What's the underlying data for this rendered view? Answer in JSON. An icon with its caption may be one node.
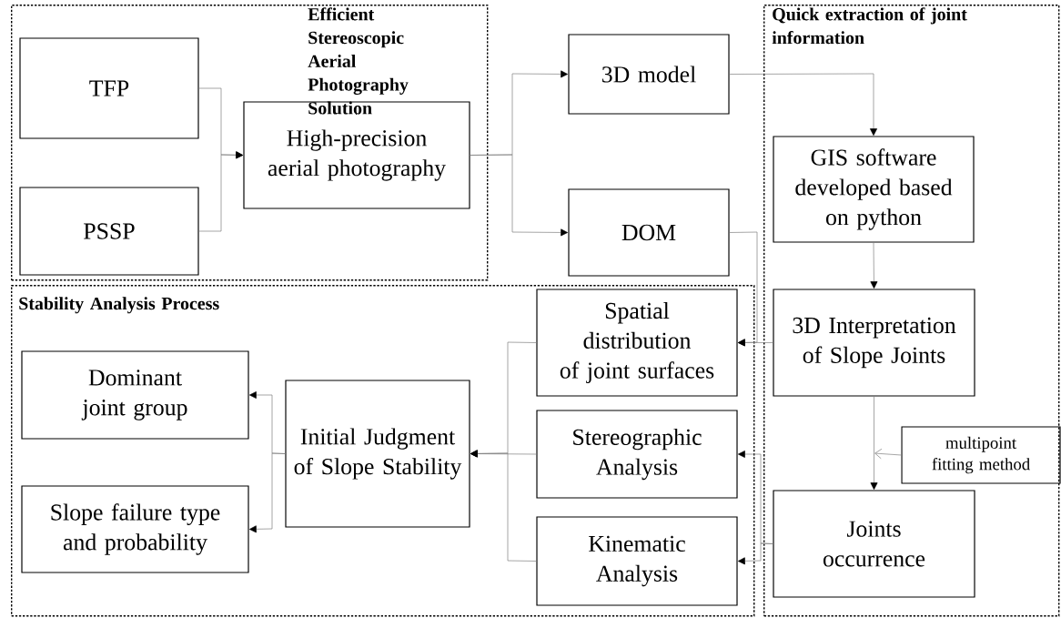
{
  "diagram": {
    "nodes": [
      {
        "text": [
          "Efficient Stereoscopic Aerial Photography Solution"
        ]
      },
      {
        "text": [
          "TFP"
        ],
        "in": 0
      },
      {
        "text": [
          "PSSP"
        ],
        "in": 0
      },
      {
        "text": [
          "High-precision aerial photography"
        ],
        "in": 0
      },
      {
        "text": [
          "3D model"
        ]
      },
      {
        "text": [
          "DOM"
        ]
      },
      {
        "text": [
          "Quick extraction of joint information"
        ]
      },
      {
        "text": [
          "GIS software developed based on python"
        ],
        "in": 6
      },
      {
        "text": [
          "3D Interpretation of Slope Joints"
        ],
        "in": 6
      },
      {
        "text": [
          "multipoint fitting method"
        ],
        "in": 6
      },
      {
        "text": [
          "Joints occurrence"
        ],
        "in": 6
      },
      {
        "text": [
          "Stability Analysis Process"
        ]
      },
      {
        "text": [
          "Dominant joint group"
        ],
        "in": 11
      },
      {
        "text": [
          "Slope failure type and probability"
        ],
        "in": 11
      },
      {
        "text": [
          "Initial Judgment of Slope Stability"
        ],
        "in": 11
      },
      {
        "text": [
          "Spatial distribution of joint surfaces"
        ],
        "in": 11
      },
      {
        "text": [
          "Stereographic Analysis"
        ],
        "in": 11
      },
      {
        "text": [
          "Kinematic Analysis"
        ],
        "in": 11
      }
    ],
    "edges": [
      {
        "from": 1,
        "to": 3,
        "arrow": "to"
      },
      {
        "from": 2,
        "to": 3,
        "arrow": "to"
      },
      {
        "from": 3,
        "to": 4,
        "arrow": "to"
      },
      {
        "from": 3,
        "to": 5,
        "arrow": "to"
      },
      {
        "from": 4,
        "to": 7,
        "arrow": "to"
      },
      {
        "from": 7,
        "to": 8,
        "arrow": "to"
      },
      {
        "from": 5,
        "to": 15,
        "arrow": "to"
      },
      {
        "from": 8,
        "to": 15,
        "arrow": "to"
      },
      {
        "from": 8,
        "to": 10,
        "arrow": "to"
      },
      {
        "from": 9,
        "to": null,
        "arrow": "to"
      },
      {
        "from": 10,
        "to": 16,
        "arrow": "to"
      },
      {
        "from": 10,
        "to": 17,
        "arrow": "to"
      },
      {
        "from": 15,
        "to": 14,
        "arrow": "to"
      },
      {
        "from": 16,
        "to": 14,
        "arrow": "to"
      },
      {
        "from": 17,
        "to": 14,
        "arrow": "to"
      },
      {
        "from": 14,
        "to": 12,
        "arrow": "to"
      },
      {
        "from": 14,
        "to": 13,
        "arrow": "to"
      }
    ]
  }
}
